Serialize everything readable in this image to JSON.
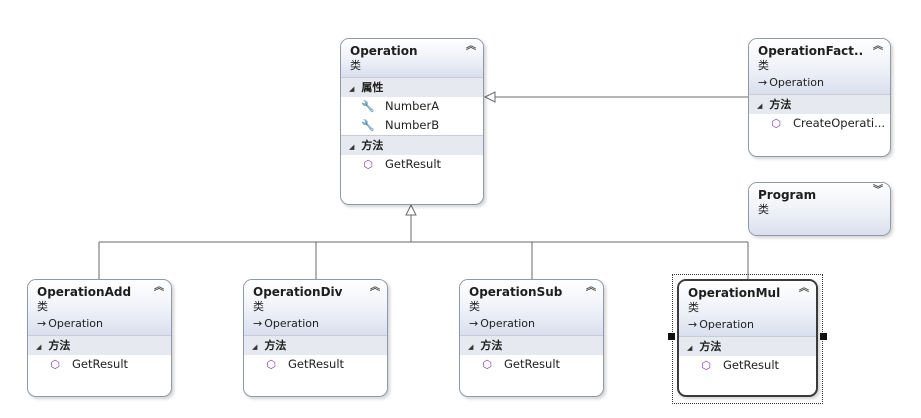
{
  "classes": [
    {
      "id": "operation",
      "title": "Operation",
      "kind": "类",
      "base": "",
      "collapse_icon": "double-chevron-up",
      "sections": [
        {
          "label": "属性",
          "members": [
            {
              "icon": "wrench-icon",
              "text": "NumberA"
            },
            {
              "icon": "wrench-icon",
              "text": "NumberB"
            }
          ]
        },
        {
          "label": "方法",
          "members": [
            {
              "icon": "method-cube-icon",
              "text": "GetResult"
            }
          ]
        }
      ]
    },
    {
      "id": "operationfactory",
      "title": "OperationFact...",
      "kind": "类",
      "base": "Operation",
      "collapse_icon": "double-chevron-up",
      "sections": [
        {
          "label": "方法",
          "members": [
            {
              "icon": "method-cube-icon",
              "text": "CreateOperati..."
            }
          ]
        }
      ]
    },
    {
      "id": "program",
      "title": "Program",
      "kind": "类",
      "base": "",
      "collapse_icon": "double-chevron-down",
      "sections": []
    },
    {
      "id": "operationadd",
      "title": "OperationAdd",
      "kind": "类",
      "base": "Operation",
      "collapse_icon": "double-chevron-up",
      "sections": [
        {
          "label": "方法",
          "members": [
            {
              "icon": "method-cube-icon",
              "text": "GetResult"
            }
          ]
        }
      ]
    },
    {
      "id": "operationdiv",
      "title": "OperationDiv",
      "kind": "类",
      "base": "Operation",
      "collapse_icon": "double-chevron-up",
      "sections": [
        {
          "label": "方法",
          "members": [
            {
              "icon": "method-cube-icon",
              "text": "GetResult"
            }
          ]
        }
      ]
    },
    {
      "id": "operationsub",
      "title": "OperationSub",
      "kind": "类",
      "base": "Operation",
      "collapse_icon": "double-chevron-up",
      "sections": [
        {
          "label": "方法",
          "members": [
            {
              "icon": "method-cube-icon",
              "text": "GetResult"
            }
          ]
        }
      ]
    },
    {
      "id": "operationmul",
      "title": "OperationMul",
      "kind": "类",
      "base": "Operation",
      "collapse_icon": "double-chevron-up",
      "selected": true,
      "sections": [
        {
          "label": "方法",
          "members": [
            {
              "icon": "method-cube-icon",
              "text": "GetResult"
            }
          ]
        }
      ]
    }
  ]
}
